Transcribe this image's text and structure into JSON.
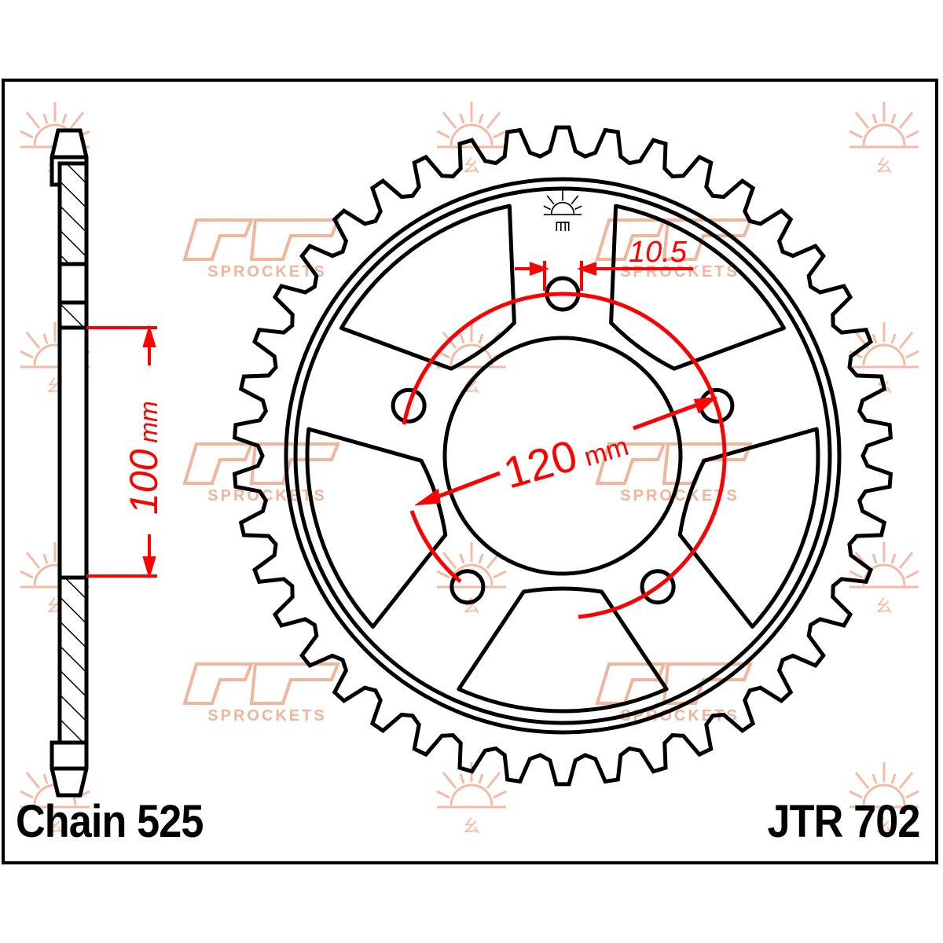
{
  "drawing": {
    "chain_label": "Chain 525",
    "part_number": "JTR 702",
    "dimensions": {
      "bolt_circle": "120",
      "bolt_circle_unit": "mm",
      "bolt_hole": "10.5",
      "center_bore": "100",
      "center_bore_unit": "mm"
    },
    "watermark": {
      "brand": "SPROCKETS",
      "color": "#f2b49a"
    },
    "colors": {
      "outline": "#000000",
      "dimension": "#ff0000"
    },
    "sprocket": {
      "teeth": 42,
      "bolt_holes": 5
    }
  }
}
